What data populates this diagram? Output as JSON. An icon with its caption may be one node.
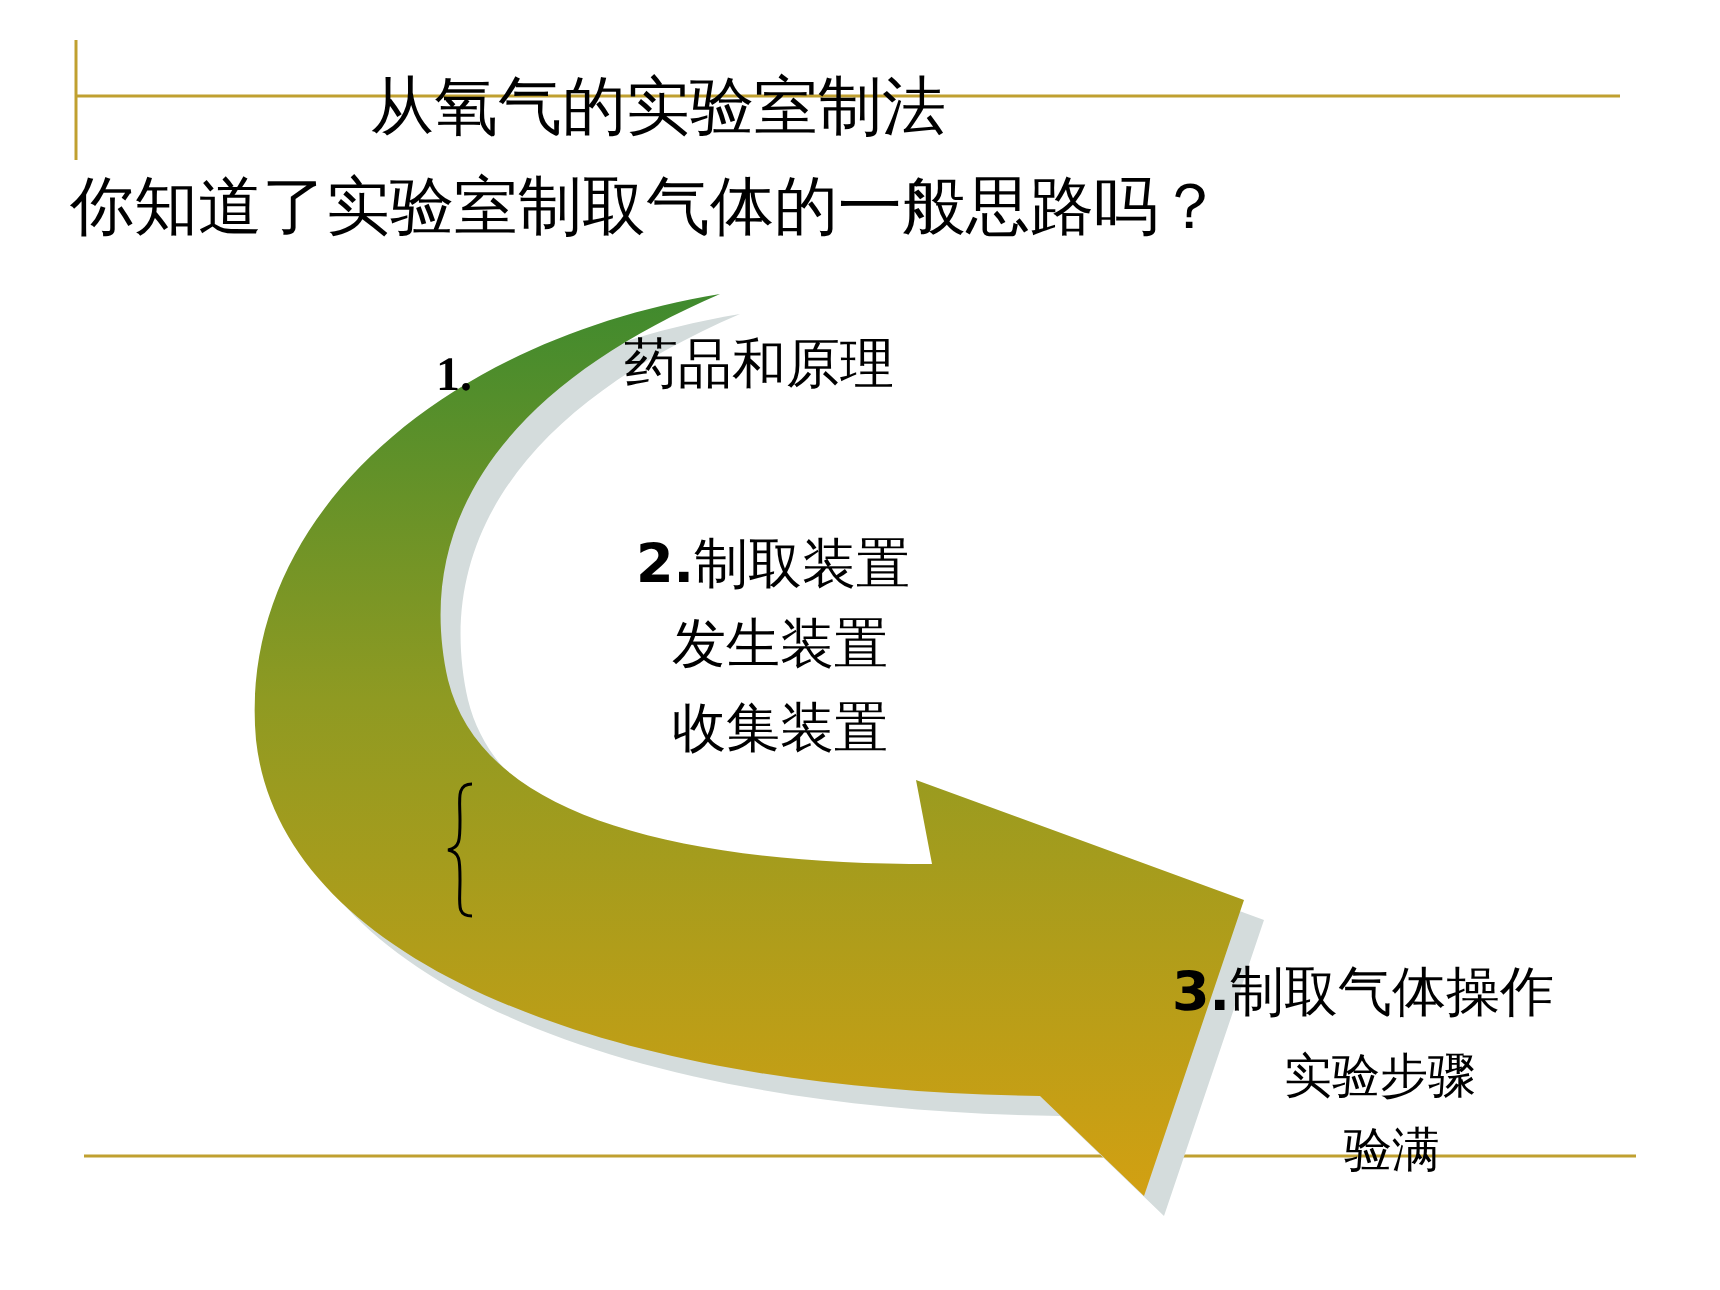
{
  "diagram": {
    "title": "从氧气的实验室制法",
    "labels": [
      "你知道了实验室制取气体的一般思路吗？",
      "1.",
      "药品和原理",
      "**2.**制取装置",
      "发生装置",
      "收集装置",
      "**3.**制取气体操作",
      "实验步骤",
      "验满"
    ]
  }
}
